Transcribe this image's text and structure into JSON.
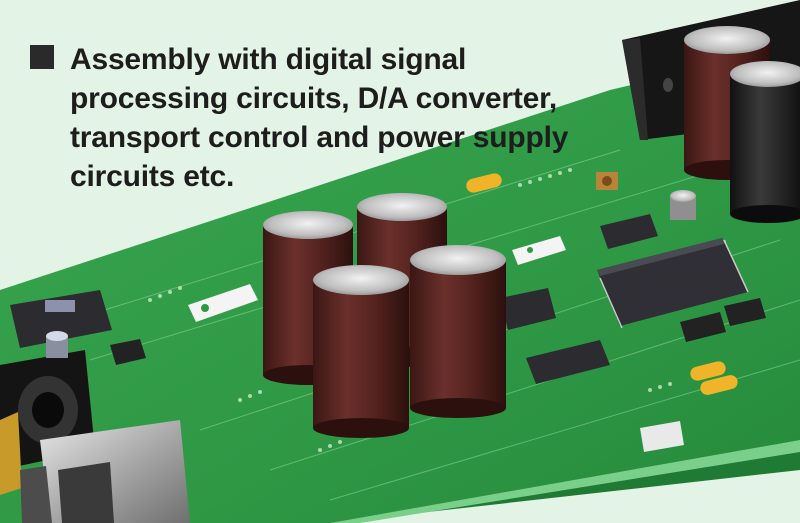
{
  "caption": {
    "lines": [
      "Assembly with digital signal",
      "processing circuits, D/A converter,",
      "transport control and power supply",
      "circuits etc."
    ]
  },
  "photo": {
    "subject": "circuit-board-photo",
    "colors": {
      "background": "#e3f3e6",
      "board": "#2f9a45",
      "capacitor": "#5b2a26",
      "bullet": "#2a2a2a"
    }
  }
}
